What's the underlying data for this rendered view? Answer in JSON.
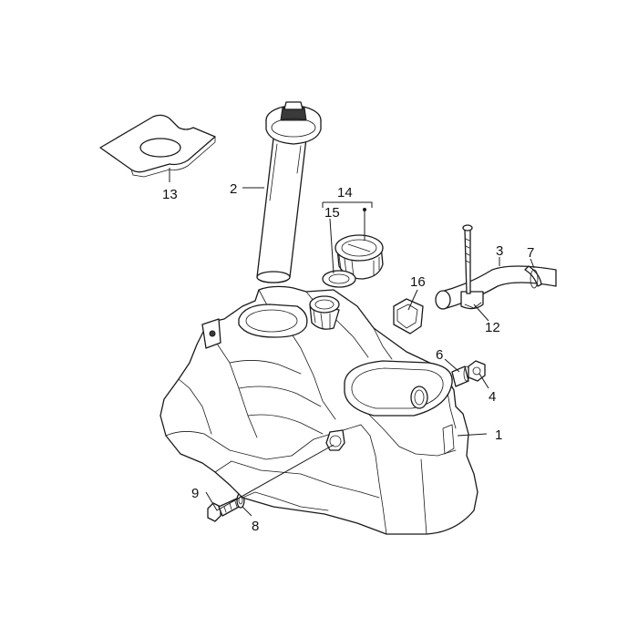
{
  "diagram": {
    "callouts": [
      {
        "id": "1",
        "label": "1",
        "part": "fuel-tank"
      },
      {
        "id": "2",
        "label": "2",
        "part": "filler-neck-tube"
      },
      {
        "id": "3",
        "label": "3",
        "part": "breather-hose"
      },
      {
        "id": "4",
        "label": "4",
        "part": "nut"
      },
      {
        "id": "6",
        "label": "6",
        "part": "spacer"
      },
      {
        "id": "7",
        "label": "7",
        "part": "hose-clamp"
      },
      {
        "id": "8",
        "label": "8",
        "part": "washer"
      },
      {
        "id": "9",
        "label": "9",
        "part": "bolt"
      },
      {
        "id": "12",
        "label": "12",
        "part": "hose-clip"
      },
      {
        "id": "13",
        "label": "13",
        "part": "gasket-plate"
      },
      {
        "id": "14",
        "label": "14",
        "part": "fuel-cap-assembly"
      },
      {
        "id": "15",
        "label": "15",
        "part": "cap-seal-ring"
      },
      {
        "id": "16",
        "label": "16",
        "part": "rubber-clip"
      }
    ]
  }
}
